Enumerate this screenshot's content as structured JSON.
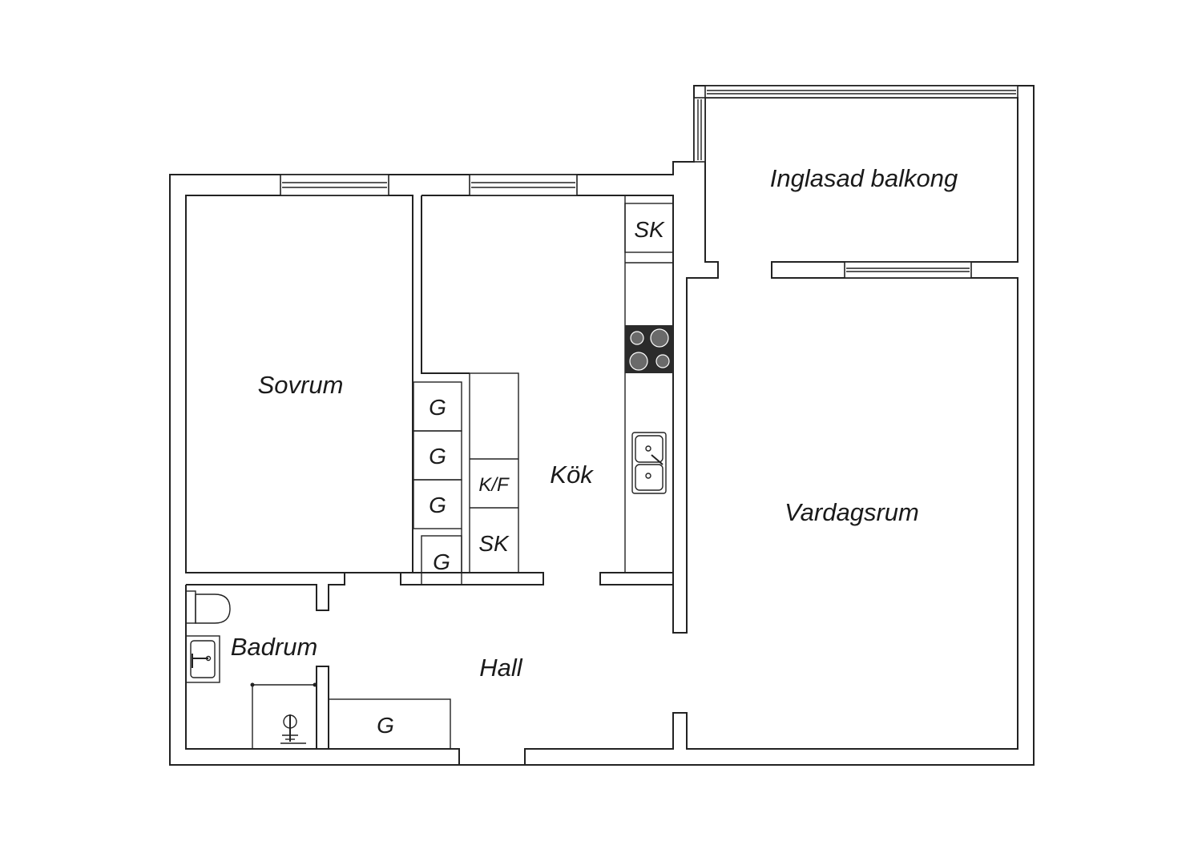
{
  "rooms": {
    "sovrum": "Sovrum",
    "kok": "Kök",
    "vardagsrum": "Vardagsrum",
    "balkong": "Inglasad balkong",
    "badrum": "Badrum",
    "hall": "Hall"
  },
  "fixtures": {
    "sk_top": "SK",
    "sk_bottom": "SK",
    "kf": "K/F",
    "g1": "G",
    "g2": "G",
    "g3": "G",
    "g4": "G",
    "g_hall": "G"
  },
  "colors": {
    "wall_stroke": "#222222",
    "stove": "#2b2b2b",
    "background": "#ffffff"
  }
}
